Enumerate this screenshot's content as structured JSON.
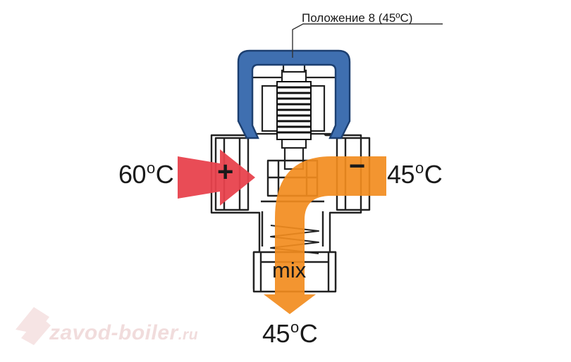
{
  "callout": {
    "text": "Положение 8  (45ºC)"
  },
  "labels": {
    "hot_inlet": {
      "value": "60",
      "unit_o": "o",
      "unit_c": "C"
    },
    "cold_inlet": {
      "value": "45",
      "unit_o": "o",
      "unit_c": "C"
    },
    "mixed_outlet": {
      "value": "45",
      "unit_o": "o",
      "unit_c": "C"
    },
    "outlet_port": "mix",
    "hot_symbol": "+",
    "cold_symbol": "−"
  },
  "watermark": {
    "main": "zavod-boiler",
    "suffix": ".ru"
  },
  "colors": {
    "outline": "#222222",
    "knob": "#3f6fb0",
    "hot_arrow": "#e8424d",
    "mix_flow": "#f28c1e",
    "watermark": "#f1dcdc"
  }
}
